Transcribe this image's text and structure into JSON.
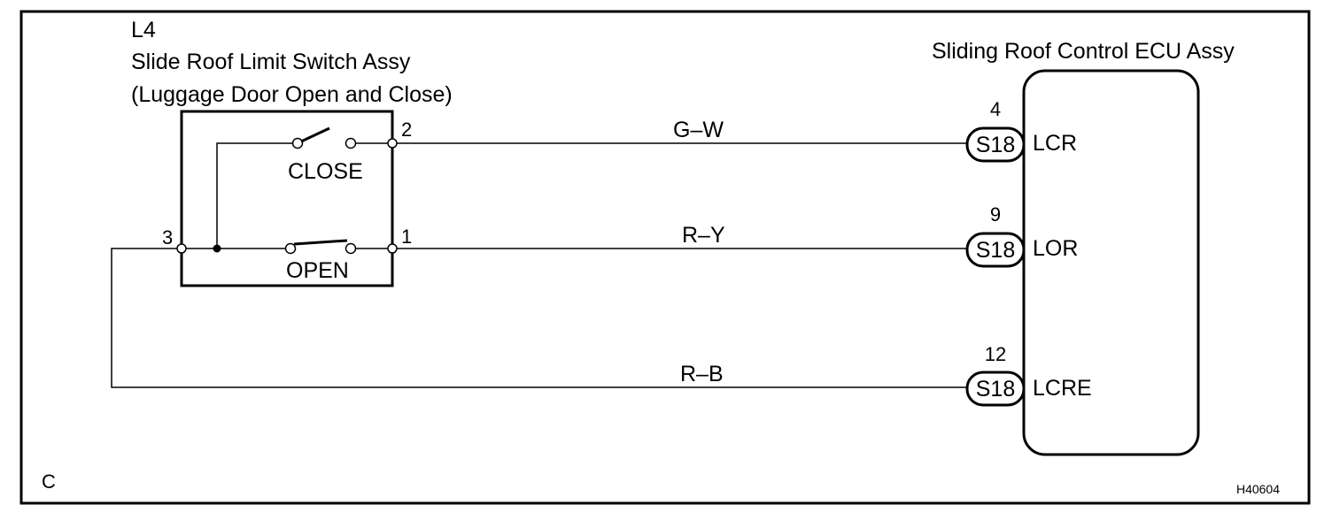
{
  "diagram": {
    "corner_label": "C",
    "figure_id": "H40604",
    "switch": {
      "connector_code": "L4",
      "name": "Slide Roof Limit Switch Assy",
      "subtitle": "(Luggage Door Open and Close)",
      "close_label": "CLOSE",
      "open_label": "OPEN",
      "pin_close": "2",
      "pin_open": "1",
      "pin_common": "3"
    },
    "ecu": {
      "name": "Sliding Roof Control ECU Assy",
      "terminals": [
        {
          "pin": "4",
          "connector": "S18",
          "signal": "LCR",
          "wire": "G–W"
        },
        {
          "pin": "9",
          "connector": "S18",
          "signal": "LOR",
          "wire": "R–Y"
        },
        {
          "pin": "12",
          "connector": "S18",
          "signal": "LCRE",
          "wire": "R–B"
        }
      ]
    }
  }
}
